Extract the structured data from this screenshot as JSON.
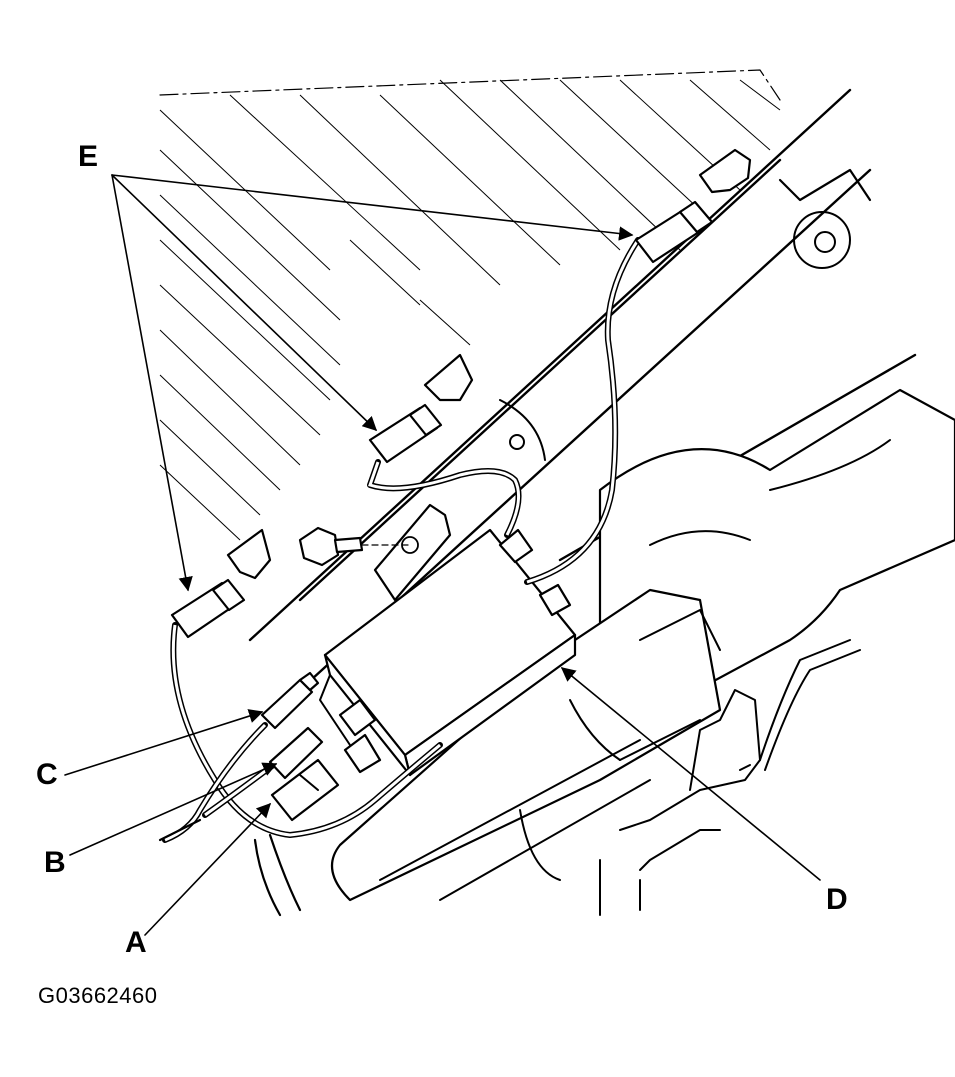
{
  "callouts": {
    "a": "A",
    "b": "B",
    "c": "C",
    "d": "D",
    "e": "E"
  },
  "figure_id": "G03662460"
}
